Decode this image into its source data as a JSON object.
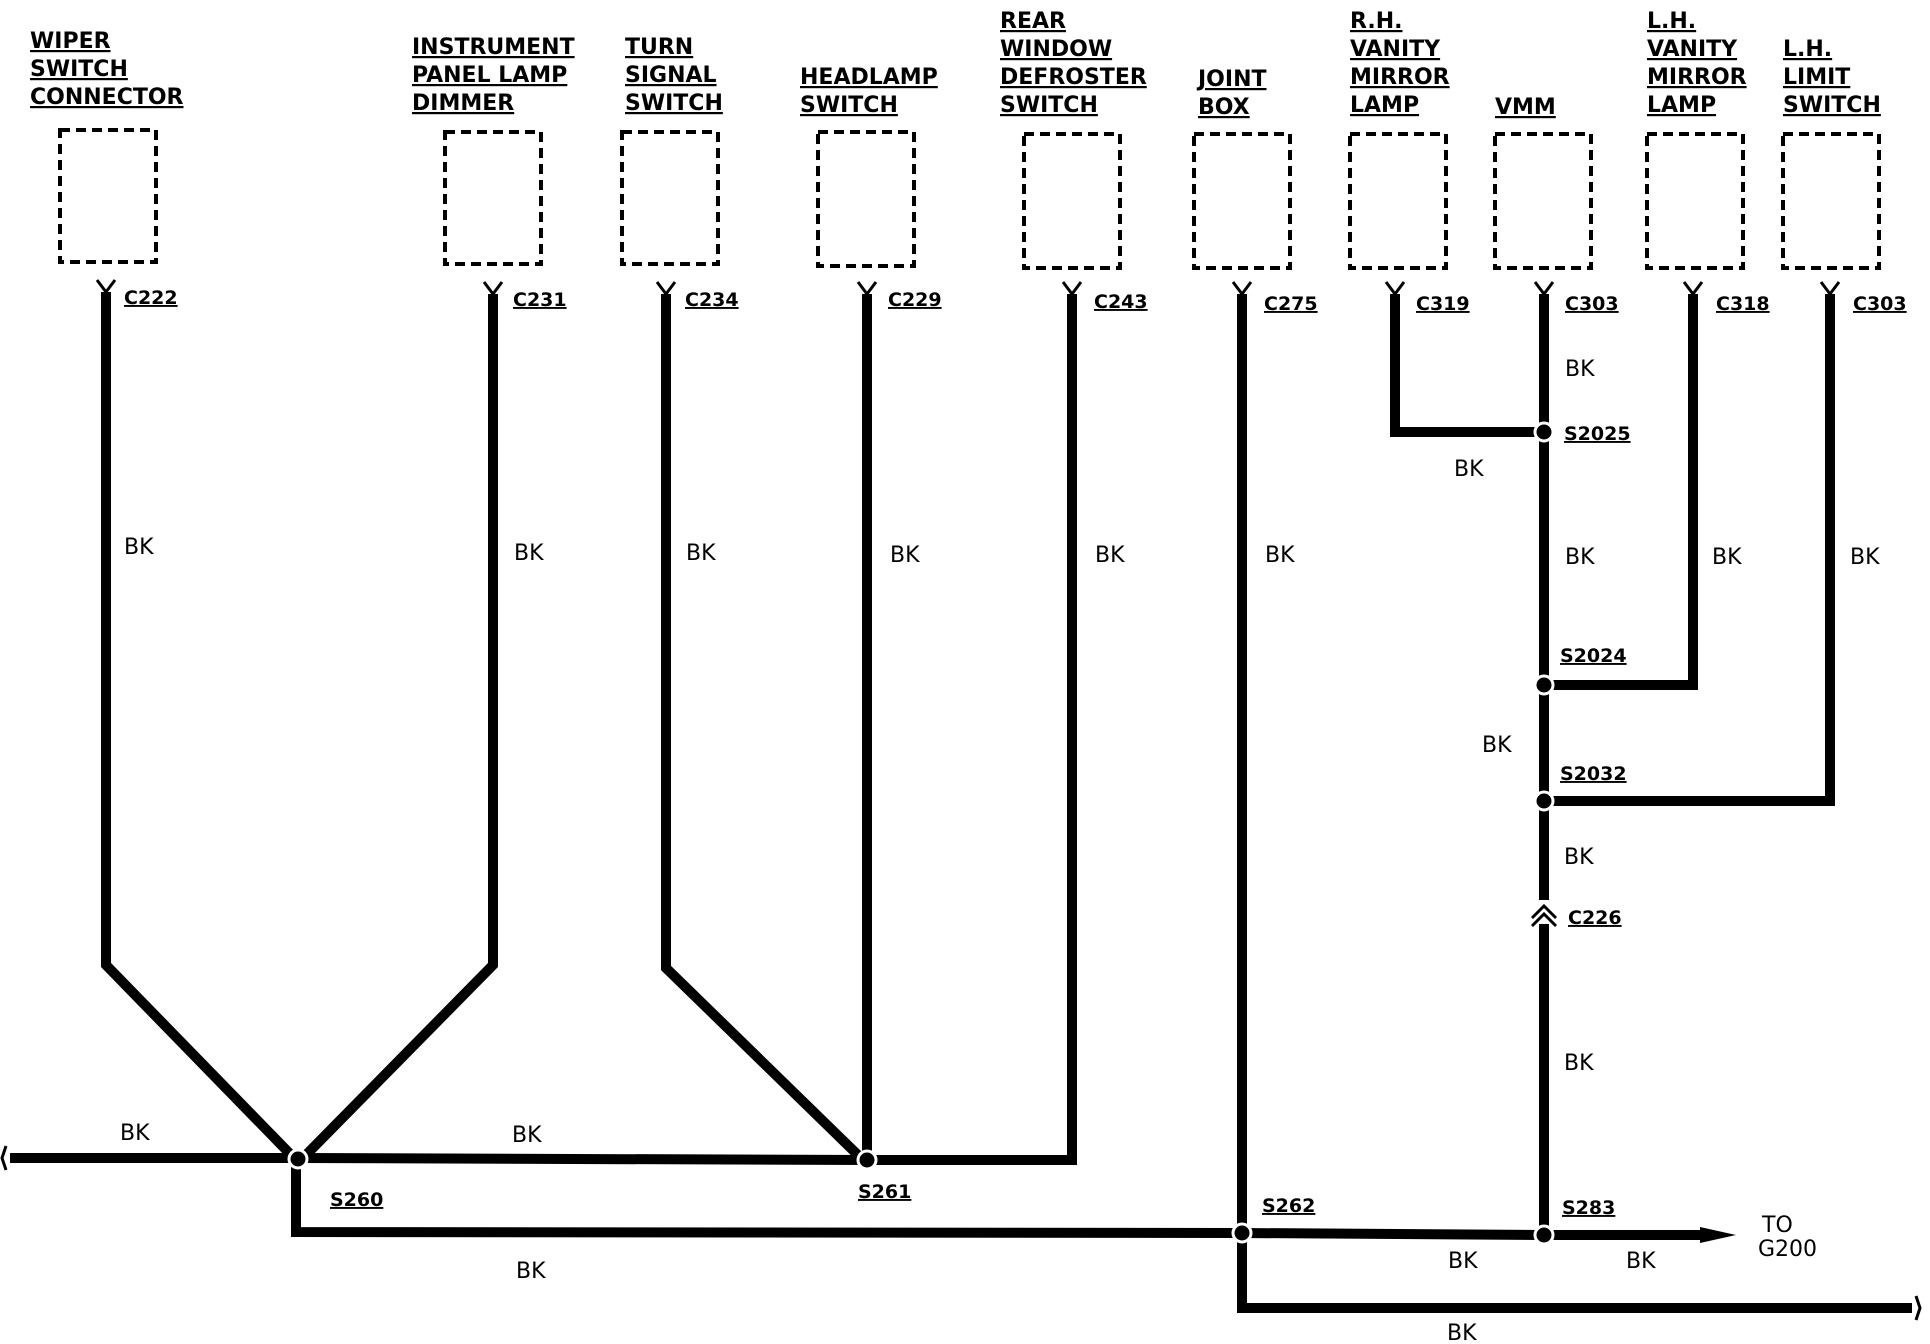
{
  "diagram": {
    "components": [
      {
        "id": "wiper",
        "lines": [
          "WIPER",
          "SWITCH",
          "CONNECTOR"
        ],
        "connector": "C222"
      },
      {
        "id": "ip-dimmer",
        "lines": [
          "INSTRUMENT",
          "PANEL LAMP",
          "DIMMER"
        ],
        "connector": "C231"
      },
      {
        "id": "turn-signal",
        "lines": [
          "TURN",
          "SIGNAL",
          "SWITCH"
        ],
        "connector": "C234"
      },
      {
        "id": "headlamp",
        "lines": [
          "HEADLAMP",
          "SWITCH"
        ],
        "connector": "C229"
      },
      {
        "id": "rear-defroster",
        "lines": [
          "REAR",
          "WINDOW",
          "DEFROSTER",
          "SWITCH"
        ],
        "connector": "C243"
      },
      {
        "id": "joint-box",
        "lines": [
          "JOINT",
          "BOX"
        ],
        "connector": "C275"
      },
      {
        "id": "rh-vanity",
        "lines": [
          "R.H.",
          "VANITY",
          "MIRROR",
          "LAMP"
        ],
        "connector": "C319"
      },
      {
        "id": "vmm",
        "lines": [
          "VMM"
        ],
        "connector": "C303"
      },
      {
        "id": "lh-vanity",
        "lines": [
          "L.H.",
          "VANITY",
          "MIRROR",
          "LAMP"
        ],
        "connector": "C318"
      },
      {
        "id": "lh-limit",
        "lines": [
          "L.H.",
          "LIMIT",
          "SWITCH"
        ],
        "connector": "C303"
      }
    ],
    "splices": [
      "S260",
      "S261",
      "S262",
      "S283",
      "S2025",
      "S2024",
      "S2032"
    ],
    "inline_connector": "C226",
    "wire_color": "BK",
    "destination": [
      "TO",
      "G200"
    ]
  }
}
